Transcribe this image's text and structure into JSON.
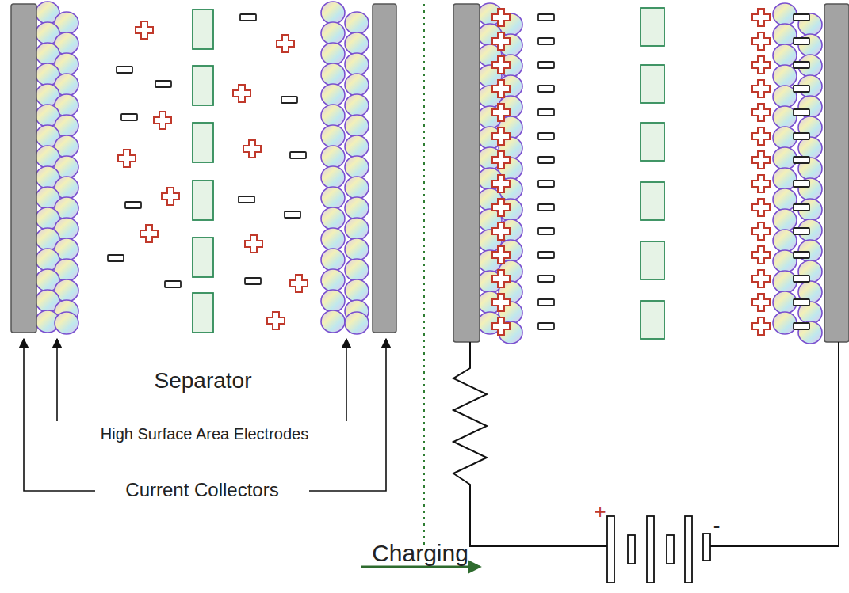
{
  "diagram": {
    "labels": [
      "Separator",
      "High Surface Area Electrodes",
      "Current Collectors",
      "Charging",
      "+",
      "-"
    ]
  }
}
